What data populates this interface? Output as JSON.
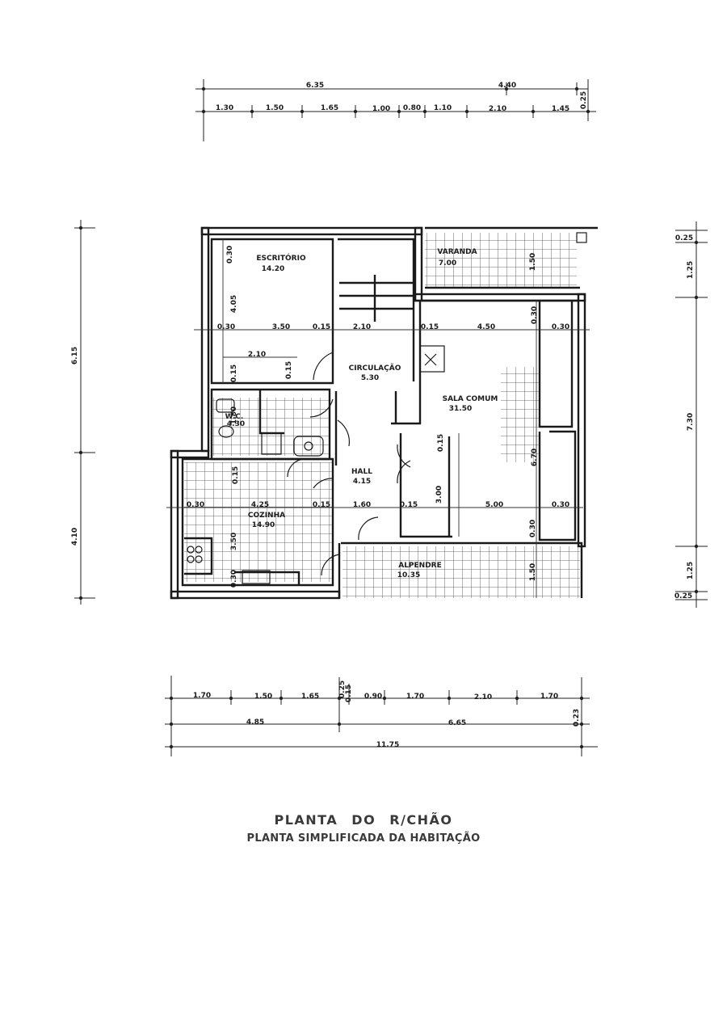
{
  "title": "PLANTA  DO R/CHÃO",
  "subtitle": "PLANTA SIMPLIFICADA DA HABITAÇÃO",
  "top_dimensions": {
    "overall": [
      "6.35",
      "4.40",
      "0.25"
    ],
    "segments": [
      "1.30",
      "1.50",
      "1.65",
      "1.00",
      "0.80",
      "1.10",
      "2.10",
      "1.45"
    ]
  },
  "bottom_dimensions": {
    "segments": [
      "1.70",
      "1.50",
      "1.65",
      "0.25",
      "0.15",
      "0.90",
      "1.70",
      "2.10",
      "1.70"
    ],
    "partials": [
      "4.85",
      "6.65",
      "0.23"
    ],
    "total": "11.75"
  },
  "left_dimensions": [
    "6.15",
    "4.10"
  ],
  "right_dimensions": [
    "0.25",
    "1.25",
    "7.30",
    "1.25",
    "0.25"
  ],
  "rooms": [
    {
      "name": "ESCRITÓRIO",
      "area": "14.20"
    },
    {
      "name": "CIRCULAÇÃO",
      "area": "5.30"
    },
    {
      "name": "VARANDA",
      "area": "7.00"
    },
    {
      "name": "SALA COMUM",
      "area": "31.50"
    },
    {
      "name": "W.C.",
      "area": "4.30"
    },
    {
      "name": "HALL",
      "area": "4.15"
    },
    {
      "name": "COZINHA",
      "area": "14.90"
    },
    {
      "name": "ALPENDRE",
      "area": "10.35"
    }
  ],
  "interior_dimensions": {
    "escritorio": [
      "0.30",
      "4.05",
      "0.30",
      "3.50",
      "0.15",
      "2.10",
      "0.15",
      "0.15"
    ],
    "circulacao": [
      "2.10",
      "0.15"
    ],
    "sala": [
      "4.50",
      "0.30",
      "0.30",
      "0.15",
      "6.70",
      "5.00",
      "0.30",
      "0.30",
      "0.15",
      "3.00"
    ],
    "varanda": [
      "1.50"
    ],
    "wc": [
      "1.80"
    ],
    "cozinha": [
      "0.30",
      "4.25",
      "0.15",
      "0.15",
      "3.50",
      "0.30"
    ],
    "hall": [
      "1.60"
    ],
    "alpendre": [
      "1.50"
    ]
  }
}
